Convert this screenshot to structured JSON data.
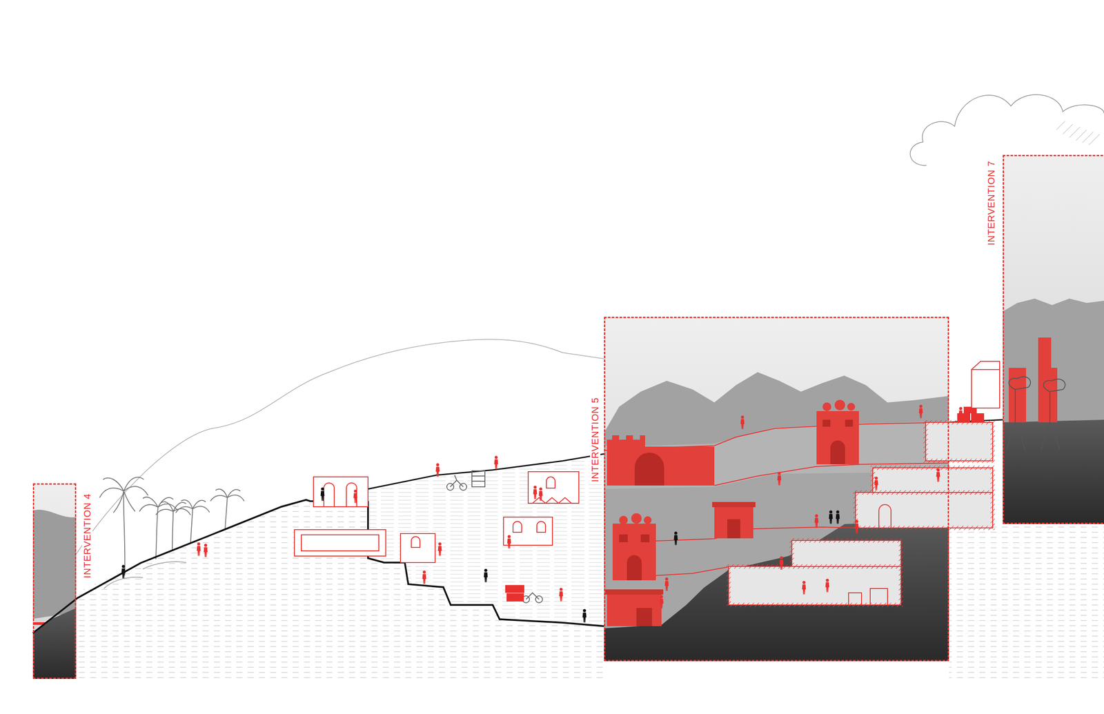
{
  "diagram": {
    "nodes": [
      {
        "text": [
          "INTERVENTION 4"
        ]
      },
      {
        "text": [
          "INTERVENTION 5"
        ]
      },
      {
        "text": [
          "INTERVENTION 7"
        ]
      }
    ]
  }
}
